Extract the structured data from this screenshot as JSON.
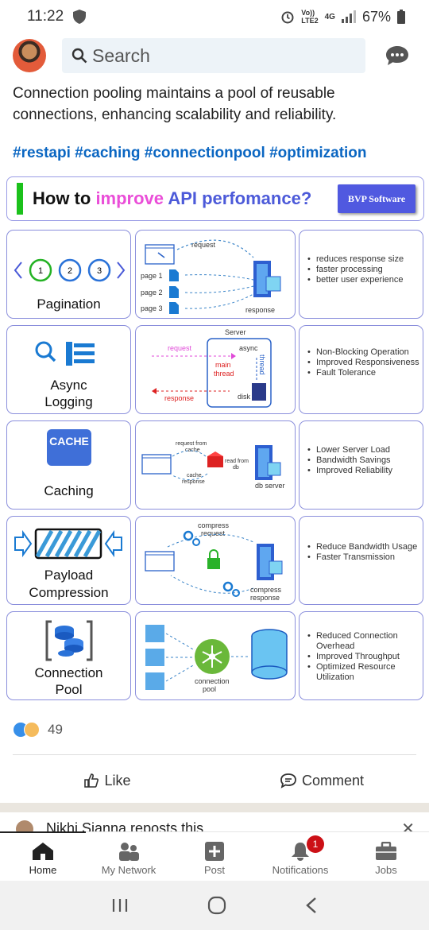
{
  "status_bar": {
    "time": "11:22",
    "battery": "67%",
    "network_top": "Vo))",
    "network_bottom": "LTE2",
    "signal_label": "4G"
  },
  "header": {
    "search_placeholder": "Search"
  },
  "post": {
    "text": "Connection pooling maintains a pool of reusable connections, enhancing scalability and reliability.",
    "hashtags": "#restapi #caching #connectionpool #optimization"
  },
  "infographic": {
    "title_prefix": "How to ",
    "title_highlight": "improve",
    "title_suffix": " API perfomance?",
    "brand": "BVP Software",
    "rows": [
      {
        "name": "Pagination",
        "page_numbers": [
          "1",
          "2",
          "3"
        ],
        "diagram_labels": {
          "request": "request",
          "pages": [
            "page 1",
            "page 2",
            "page 3"
          ],
          "response": "response"
        },
        "bullets": [
          "reduces response size",
          "faster processing",
          "better user experience"
        ]
      },
      {
        "name_line1": "Async",
        "name_line2": "Logging",
        "diagram_labels": {
          "server": "Server",
          "request": "request",
          "async": "async",
          "main_thread_1": "main",
          "main_thread_2": "thread",
          "thread": "thread",
          "response": "response",
          "disk": "disk"
        },
        "bullets": [
          "Non-Blocking Operation",
          "Improved Responsiveness",
          "Fault Tolerance"
        ]
      },
      {
        "name": "Caching",
        "cache_label": "CACHE",
        "diagram_labels": {
          "request_from_1": "request from",
          "request_from_2": "cache",
          "read_from_1": "read from",
          "read_from_2": "db",
          "cache_response_1": "cache",
          "cache_response_2": "response",
          "db_server": "db server"
        },
        "bullets": [
          "Lower Server Load",
          "Bandwidth Savings",
          "Improved Reliability"
        ]
      },
      {
        "name_line1": "Payload",
        "name_line2": "Compression",
        "diagram_labels": {
          "compress_request_1": "compress",
          "compress_request_2": "request",
          "compress_response_1": "compress",
          "compress_response_2": "response"
        },
        "bullets": [
          "Reduce Bandwidth Usage",
          "Faster Transmission"
        ]
      },
      {
        "name_line1": "Connection",
        "name_line2": "Pool",
        "diagram_labels": {
          "pool_1": "connection",
          "pool_2": "pool"
        },
        "bullets": [
          "Reduced Connection Overhead",
          "Improved Throughput",
          "Optimized Resource Utilization"
        ]
      }
    ]
  },
  "social": {
    "reaction_count": "49",
    "like_label": "Like",
    "comment_label": "Comment"
  },
  "next_post": {
    "text": "Nikhi Sianna reposts this"
  },
  "bottom_nav": {
    "items": [
      {
        "label": "Home",
        "icon": "home-icon"
      },
      {
        "label": "My Network",
        "icon": "network-icon"
      },
      {
        "label": "Post",
        "icon": "plus-icon"
      },
      {
        "label": "Notifications",
        "icon": "bell-icon",
        "badge": "1"
      },
      {
        "label": "Jobs",
        "icon": "briefcase-icon"
      }
    ]
  },
  "colors": {
    "link_blue": "#0a66c2",
    "accent_purple": "#5059e0",
    "highlight_pink": "#ea4ed8",
    "badge_red": "#cc1016"
  }
}
